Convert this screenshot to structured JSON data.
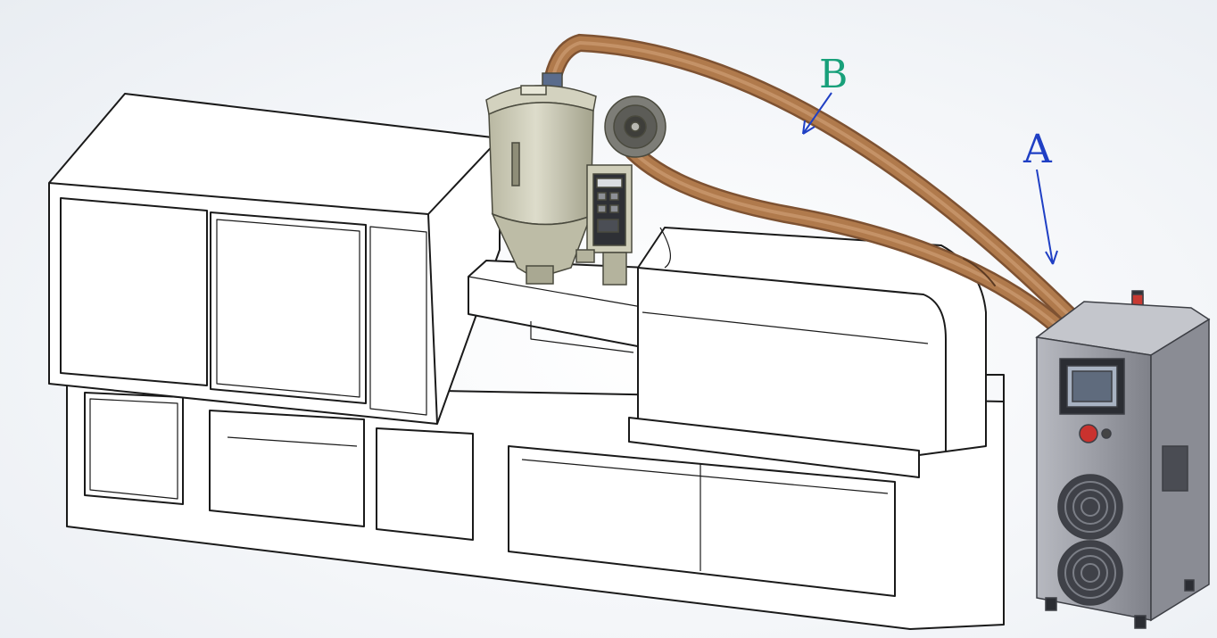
{
  "labels": [
    {
      "id": "a",
      "text": "A",
      "color": "#1f3fc4"
    },
    {
      "id": "b",
      "text": "B",
      "color": "#18a07a"
    }
  ],
  "colors": {
    "hose": "#b07a4c",
    "hose_dark": "#7e5232",
    "hopper": "#c9c8b4",
    "dryer_body": "#9a9ca3",
    "machine_line": "#1a1a1a"
  }
}
